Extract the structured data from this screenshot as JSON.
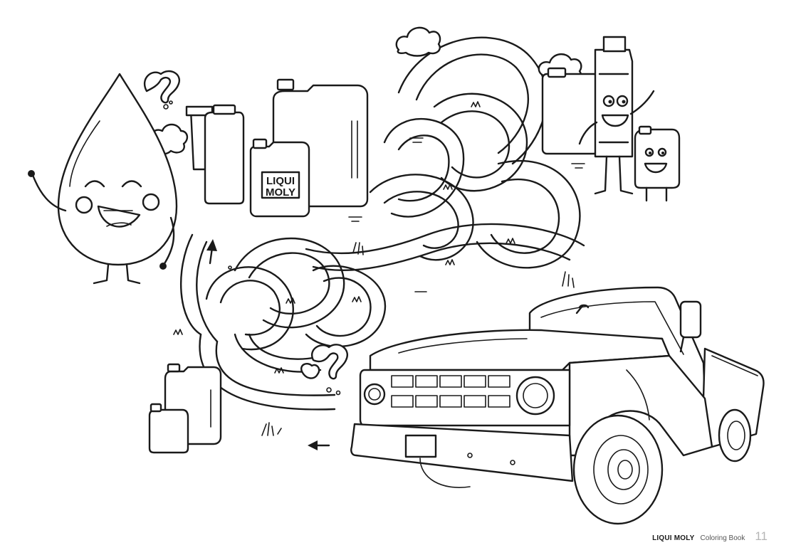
{
  "footer": {
    "brand": "LIQUI MOLY",
    "book_title": "Coloring Book",
    "page_number": "11"
  },
  "illustration": {
    "can_label_line1": "LIQUI",
    "can_label_line2": "MOLY"
  },
  "colors": {
    "ink": "#1a1a1a",
    "paper": "#ffffff",
    "page_number": "#b5b5b5"
  }
}
